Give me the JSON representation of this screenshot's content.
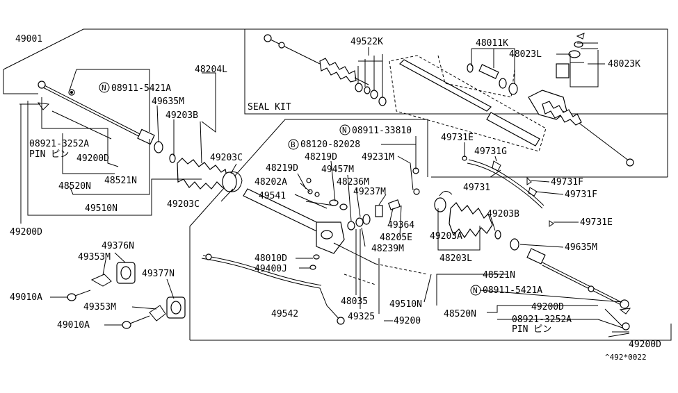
{
  "diagram": {
    "seal_kit_label": "SEAL KIT",
    "footer_code": "^492*0022",
    "callouts": {
      "c49001": "49001",
      "c08911_5421A_left": "08911-5421A",
      "c49635M_left": "49635M",
      "c49203B_left": "49203B",
      "c48204L": "48204L",
      "c08921_3252A_left": "08921-3252A",
      "pin_left": "PIN ピン",
      "c49200D_mid_left": "49200D",
      "c48520N_left": "48520N",
      "c48521N_left": "48521N",
      "c49510N_left": "49510N",
      "c49203C_right": "49203C",
      "c49203C_left": "49203C",
      "c49200D_far_left": "49200D",
      "c49522K": "49522K",
      "c48011K": "48011K",
      "c48023L": "48023L",
      "c48023K": "48023K",
      "c08911_33810": "08911-33810",
      "c08120_82028": "08120-82028",
      "c48219D_a": "48219D",
      "c48219D_b": "48219D",
      "c49231M": "49231M",
      "c49457M": "49457M",
      "c48202A": "48202A",
      "c48236M": "48236M",
      "c49237M": "49237M",
      "c49541": "49541",
      "c49364": "49364",
      "c48205E": "48205E",
      "c48239M": "48239M",
      "c48010D": "48010D",
      "c49400J": "49400J",
      "c48035": "48035",
      "c49542": "49542",
      "c49325": "49325",
      "c49200": "49200",
      "c49510N_right": "49510N",
      "c49731E_top": "49731E",
      "c49731G": "49731G",
      "c49731F_a": "49731F",
      "c49731F_b": "49731F",
      "c49731": "49731",
      "c49731E_bot": "49731E",
      "c49203B_right": "49203B",
      "c49203A": "49203A",
      "c48203L": "48203L",
      "c49635M_right": "49635M",
      "c48521N_right": "48521N",
      "c08911_5421A_right": "08911-5421A",
      "c48520N_right": "48520N",
      "c49200D_right": "49200D",
      "c08921_3252A_right": "08921-3252A",
      "pin_right": "PIN ピン",
      "c49200D_bottom_right": "49200D",
      "c49376N": "49376N",
      "c49353M_a": "49353M",
      "c49010A_a": "49010A",
      "c49377N": "49377N",
      "c49353M_b": "49353M",
      "c49010A_b": "49010A"
    },
    "symbols": {
      "n_mark": "N",
      "b_mark": "B"
    }
  }
}
